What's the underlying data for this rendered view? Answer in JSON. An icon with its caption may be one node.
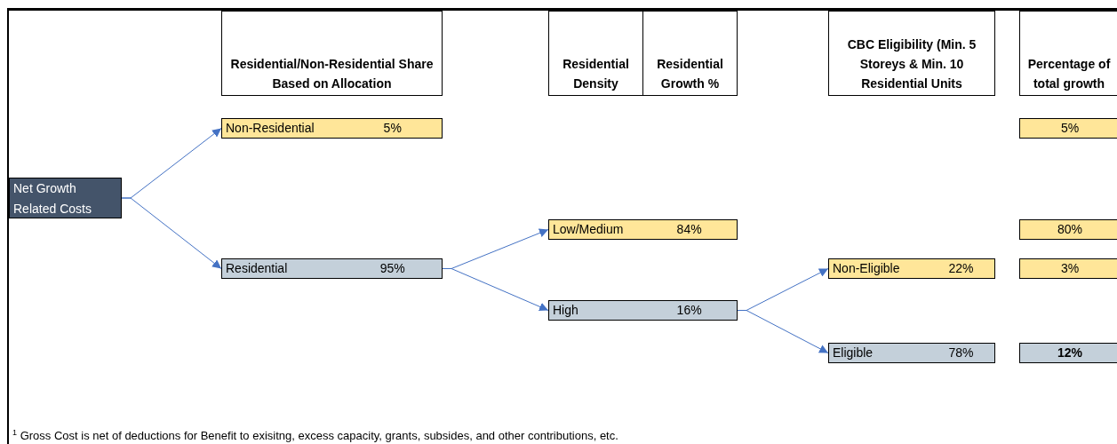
{
  "diagram": {
    "nodes": [
      {
        "text": [
          "Net Growth Related Costs"
        ]
      },
      {
        "text": [
          "Residential/Non-Residential Share Based on Allocation"
        ]
      },
      {
        "text": [
          "Residential Density"
        ]
      },
      {
        "text": [
          "Residential Growth %"
        ]
      },
      {
        "text": [
          "CBC Eligibility (Min. 5 Storeys & Min. 10 Residential Units"
        ]
      },
      {
        "text": [
          "Percentage of total growth"
        ]
      },
      {
        "text": [
          "Non-Residential",
          "5%"
        ]
      },
      {
        "text": [
          "5%"
        ]
      },
      {
        "text": [
          "Low/Medium",
          "84%"
        ]
      },
      {
        "text": [
          "80%"
        ]
      },
      {
        "text": [
          "Residential",
          "95%"
        ]
      },
      {
        "text": [
          "Non-Eligible",
          "22%"
        ]
      },
      {
        "text": [
          "3%"
        ]
      },
      {
        "text": [
          "High",
          "16%"
        ]
      },
      {
        "text": [
          "Eligible",
          "78%"
        ]
      },
      {
        "text": [
          "12%"
        ]
      }
    ],
    "edges": [
      {
        "from": 0,
        "to": 6,
        "arrow": "to"
      },
      {
        "from": 0,
        "to": 10,
        "arrow": "to"
      },
      {
        "from": 10,
        "to": 8,
        "arrow": "to"
      },
      {
        "from": 10,
        "to": 13,
        "arrow": "to"
      },
      {
        "from": 13,
        "to": 11,
        "arrow": "to"
      },
      {
        "from": 13,
        "to": 14,
        "arrow": "to"
      }
    ],
    "labels": [
      "$^{1}$ Gross Cost is net of deductions for Benefit to exisitng, excess capacity, grants, subsides, and other contributions, etc."
    ]
  }
}
